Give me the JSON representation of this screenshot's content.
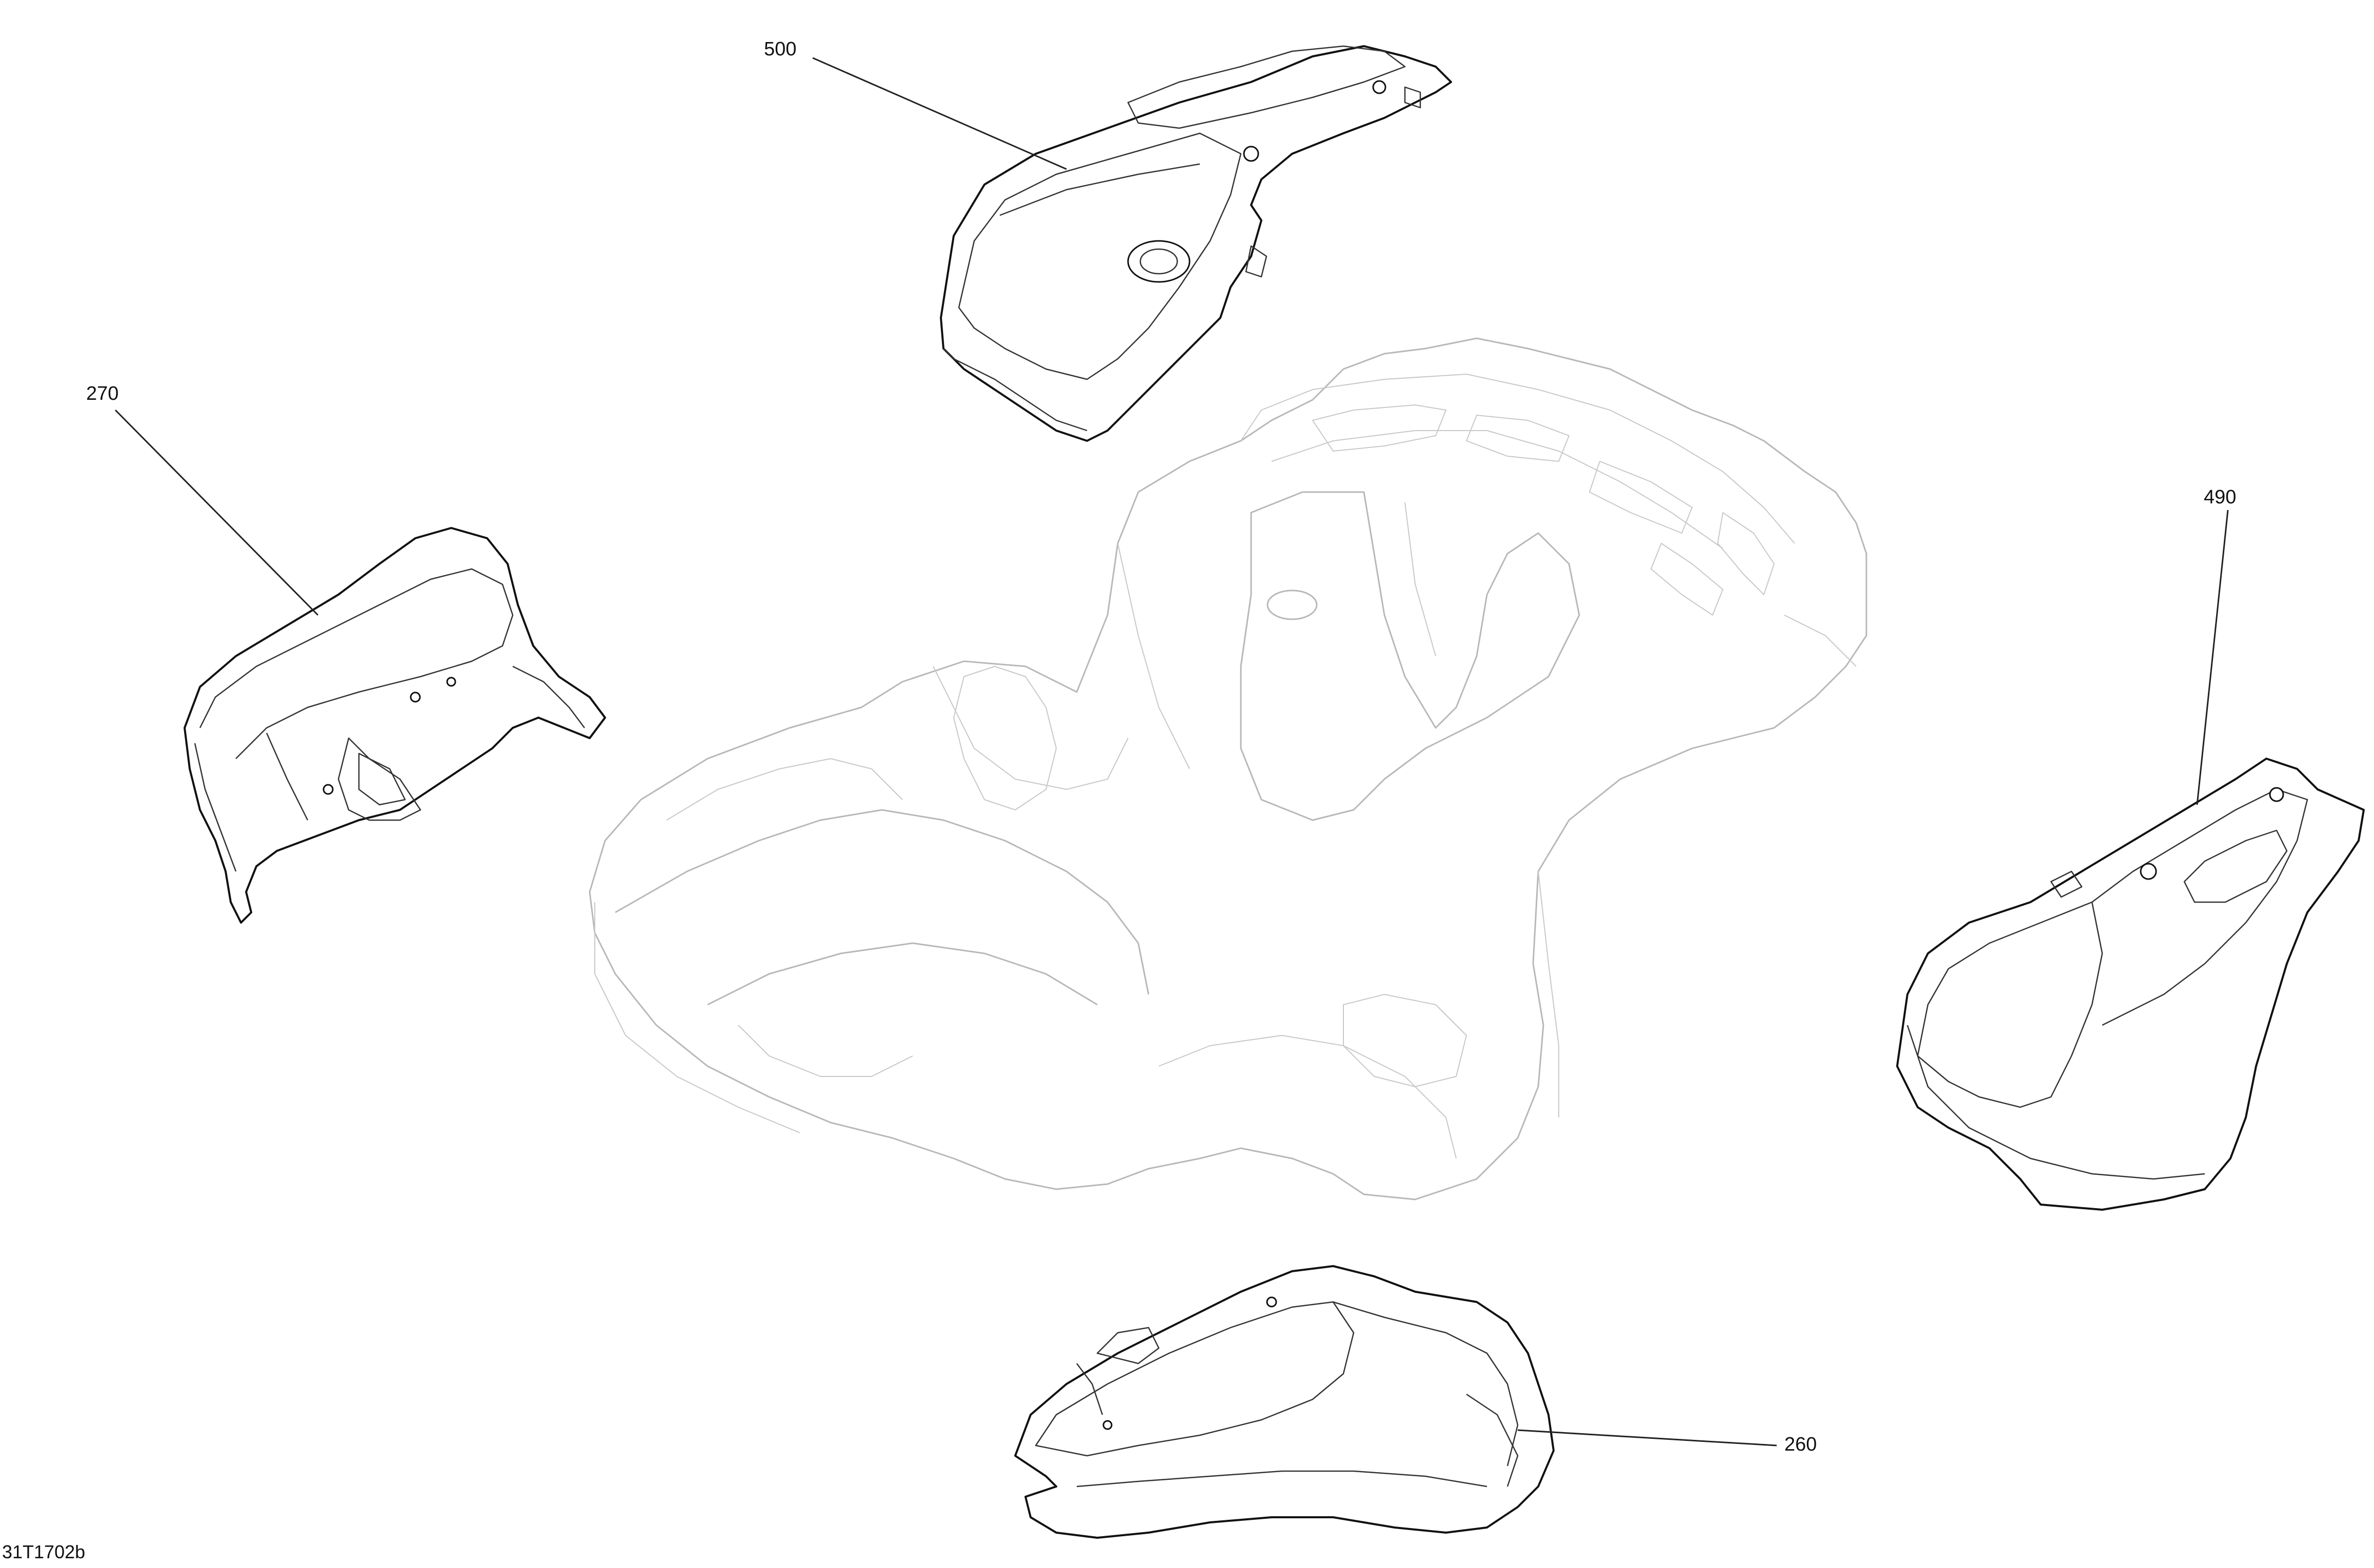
{
  "callouts": [
    {
      "id": "500",
      "label": "500"
    },
    {
      "id": "270",
      "label": "270"
    },
    {
      "id": "490",
      "label": "490"
    },
    {
      "id": "260",
      "label": "260"
    }
  ],
  "figure_code": "31T1702b",
  "colors": {
    "line": "#111111",
    "ghost_frame": "#b8b8b8",
    "background": "#ffffff"
  }
}
